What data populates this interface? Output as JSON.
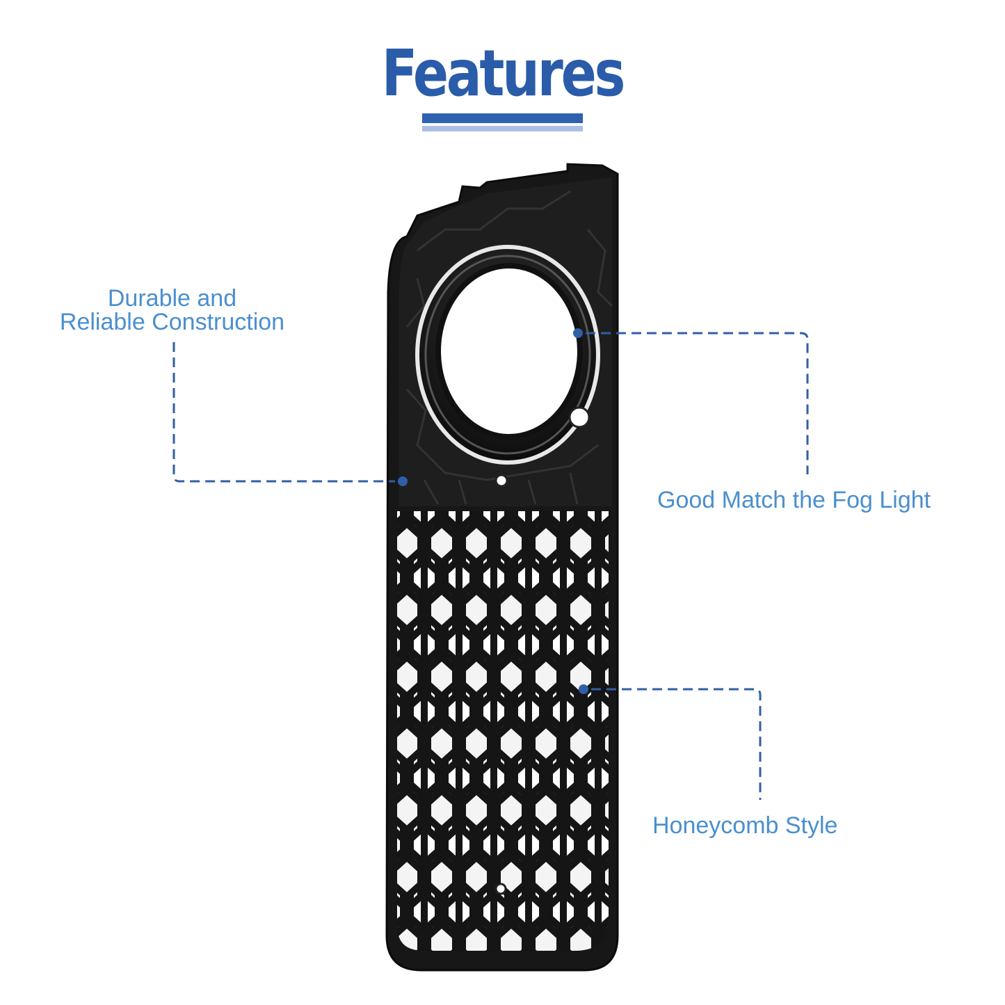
{
  "header": {
    "title": "Features"
  },
  "callouts": {
    "construction": {
      "line1": "Durable and",
      "line2": "Reliable Construction"
    },
    "fog_light": {
      "label": "Good Match the Fog Light"
    },
    "honeycomb": {
      "label": "Honeycomb Style"
    }
  },
  "product": {
    "image": "fog-light-grille-image"
  },
  "colors": {
    "title": "#2a5caa",
    "title_bar": "#2f61b1",
    "title_bar_light": "#8fa8dc",
    "label": "#4a8fce",
    "callout_line": "#2f5fa6",
    "grille": "#141414"
  }
}
